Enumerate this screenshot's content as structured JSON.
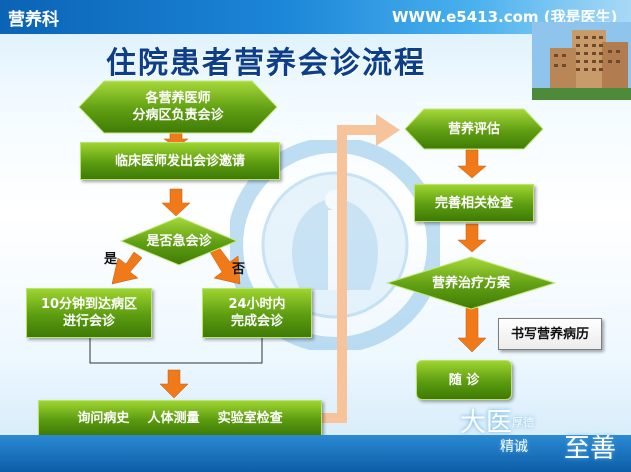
{
  "header": {
    "department": "营养科",
    "site": "WWW.e5413.com (我是医生)"
  },
  "title": "住院患者营养会诊流程",
  "flow": {
    "start": "各营养医师\n分病区负责会诊",
    "invite": "临床医师发出会诊邀请",
    "decision": "是否急会诊",
    "yes": "是",
    "no": "否",
    "urgent": "10分钟到达病区\n进行会诊",
    "normal": "24小时内\n完成会诊",
    "exam": "询问病史    人体测量    实验室检查",
    "assess": "营养评估",
    "improve": "完善相关检查",
    "plan": "营养治疗方案",
    "record": "书写营养病历",
    "followup": "随 诊"
  },
  "slogan": {
    "line1": "大医",
    "line2": "厚德",
    "line3": "精诚",
    "line4": "至善"
  },
  "colors": {
    "node_fill": "#6aa81a",
    "arrow": "#f07a1a",
    "connector": "#f5b98a",
    "title": "#0d3e88"
  }
}
